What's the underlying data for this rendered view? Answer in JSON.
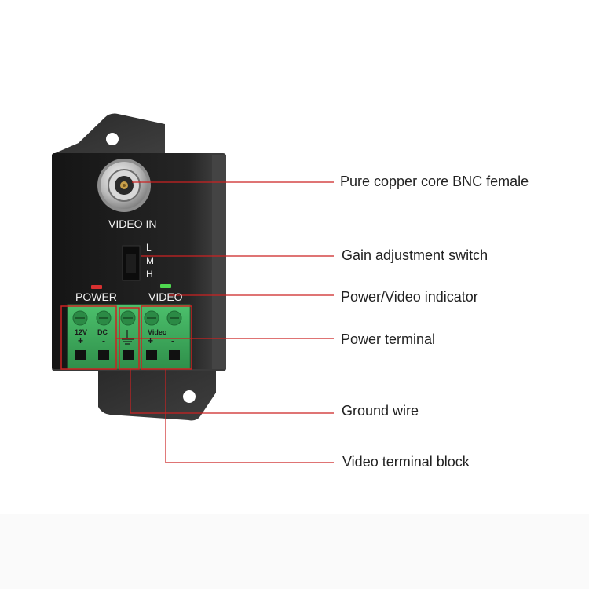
{
  "device": {
    "video_in_label": "VIDEO IN",
    "switch_levels": [
      "L",
      "M",
      "H"
    ],
    "power_label": "POWER",
    "video_label": "VIDEO",
    "terminal_12v": "12V",
    "terminal_dc": "DC",
    "terminal_plus": "+",
    "terminal_minus": "-",
    "terminal_video": "Video",
    "terminal_video_plus": "+",
    "terminal_video_minus": "-"
  },
  "callouts": [
    {
      "label": "Pure copper core BNC female"
    },
    {
      "label": "Gain adjustment switch"
    },
    {
      "label": "Power/Video indicator"
    },
    {
      "label": "Power terminal"
    },
    {
      "label": "Ground wire"
    },
    {
      "label": "Video terminal block"
    }
  ],
  "colors": {
    "callout_line": "#cc2222",
    "device_body": "#1c1c1c",
    "terminal_green": "#3aa35a",
    "power_led": "#d83030",
    "video_led": "#4fd84f"
  }
}
